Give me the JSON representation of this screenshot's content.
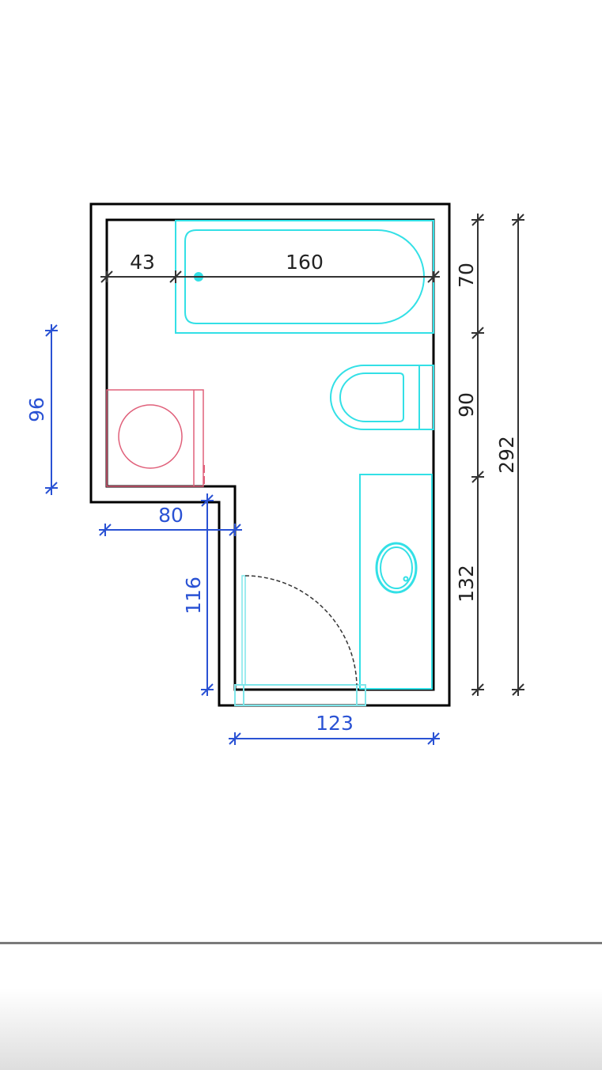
{
  "colors": {
    "wall": "#000000",
    "fixture": "#33e0e6",
    "washer": "#e0607a",
    "dim_black": "#222222",
    "dim_blue": "#2a52d4"
  },
  "dimensions": {
    "black": {
      "left_gap": "43",
      "bathtub": "160",
      "bathtub_depth": "70",
      "toilet_zone": "90",
      "vanity_zone": "132",
      "total_length": "292"
    },
    "blue": {
      "washer_zone": "96",
      "recess_width": "80",
      "recess_depth": "116",
      "entrance_width": "123"
    }
  }
}
